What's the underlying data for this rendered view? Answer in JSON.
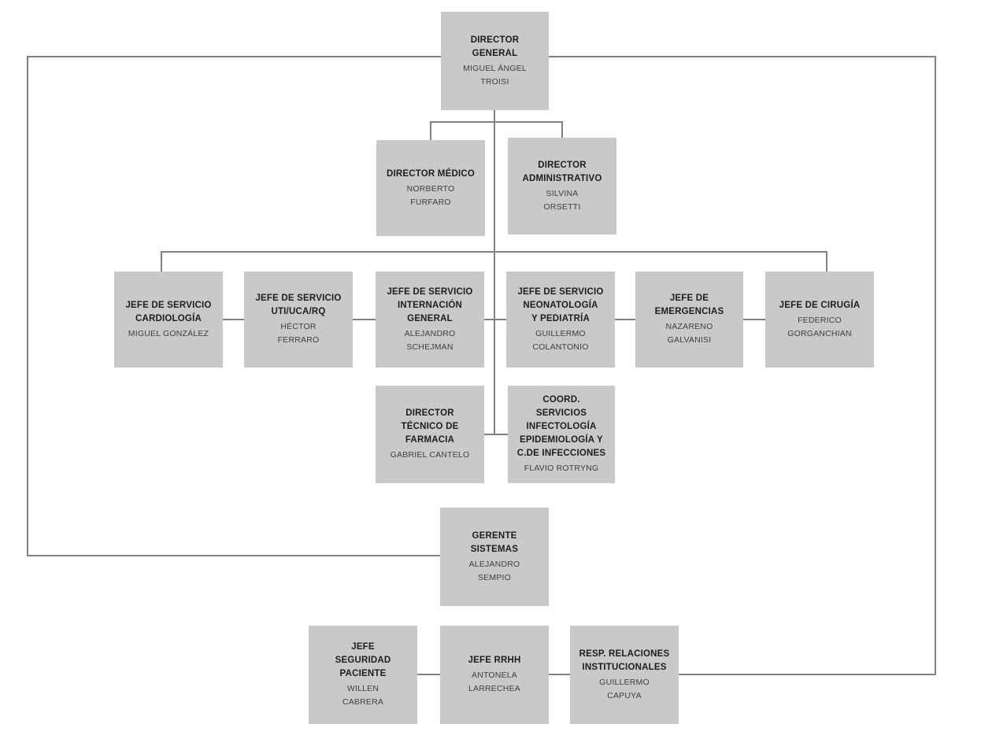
{
  "diagram": {
    "type": "org-chart",
    "box_color": "#cac9c8",
    "line_color": "#7b828a",
    "title_color": "#1d1d1b",
    "name_color": "#3f3f3f"
  },
  "nodes": {
    "director_general": {
      "title": "DIRECTOR\nGENERAL",
      "name": "MIGUEL ÁNGEL\nTROISI"
    },
    "director_medico": {
      "title": "DIRECTOR MÉDICO",
      "name": "NORBERTO\nFURFARO"
    },
    "director_administrativo": {
      "title": "DIRECTOR\nADMINISTRATIVO",
      "name": "SILVINA\nORSETTI"
    },
    "cardiologia": {
      "title": "JEFE DE SERVICIO\nCARDIOLOGÍA",
      "name": "MIGUEL GONZÁLEZ"
    },
    "uti": {
      "title": "JEFE DE SERVICIO\nUTI/UCA/RQ",
      "name": "HÉCTOR\nFERRARO"
    },
    "internacion": {
      "title": "JEFE DE SERVICIO\nINTERNACIÓN\nGENERAL",
      "name": "ALEJANDRO\nSCHEJMAN"
    },
    "neonatologia": {
      "title": "JEFE DE SERVICIO\nNEONATOLOGÍA\nY PEDIATRÍA",
      "name": "GUILLERMO\nCOLANTONIO"
    },
    "emergencias": {
      "title": "JEFE DE\nEMERGENCIAS",
      "name": "NAZARENO\nGALVANISI"
    },
    "cirugia": {
      "title": "JEFE DE CIRUGÍA",
      "name": "FEDERICO\nGORGANCHIAN"
    },
    "farmacia": {
      "title": "DIRECTOR\nTÉCNICO DE\nFARMACIA",
      "name": "GABRIEL CANTELO"
    },
    "infectologia": {
      "title": "COORD.\nSERVICIOS\nINFECTOLOGÍA\nEPIDEMIOLOGÍA Y\nC.DE INFECCIONES",
      "name": "FLAVIO ROTRYNG"
    },
    "sistemas": {
      "title": "GERENTE\nSISTEMAS",
      "name": "ALEJANDRO\nSEMPIO"
    },
    "seguridad_paciente": {
      "title": "JEFE\nSEGURIDAD\nPACIENTE",
      "name": "WILLEN\nCABRERA"
    },
    "rrhh": {
      "title": "JEFE RRHH",
      "name": "ANTONELA\nLARRECHEA"
    },
    "relaciones": {
      "title": "RESP. RELACIONES\nINSTITUCIONALES",
      "name": "GUILLERMO\nCAPUYA"
    }
  }
}
